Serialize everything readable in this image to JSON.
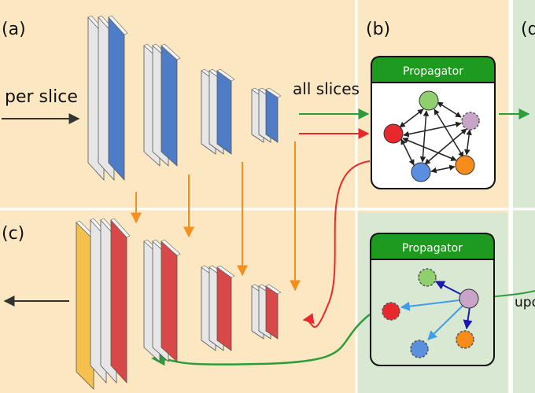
{
  "panels": {
    "a": "(a)",
    "b": "(b)",
    "c": "(c)",
    "d_partial": "(d"
  },
  "text": {
    "per_slice": "per slice",
    "all_slices": "all slices",
    "update_partial": "upd"
  },
  "propagator": {
    "top_title": "Propagator",
    "bottom_title": "Propagator"
  },
  "colors": {
    "background_ab": "#fbe8c2",
    "background_green": "#d8e8d3",
    "slab_grey": "#e6e6e6",
    "slab_blue": "#4f7cc7",
    "slab_red": "#d94848",
    "slab_yellow": "#f5c04e",
    "header_green": "#1e9a1e",
    "arrow_green": "#2e9c3a",
    "arrow_red": "#e8282c",
    "arrow_orange": "#f5901e",
    "arrow_dark_blue": "#1a1ab0",
    "arrow_light_blue": "#3e9ee8",
    "node_green": "#8fcf6e",
    "node_purple": "#c8a5c8",
    "node_red": "#e8282c",
    "node_blue": "#5a8fe0",
    "node_orange": "#f78c1a"
  }
}
